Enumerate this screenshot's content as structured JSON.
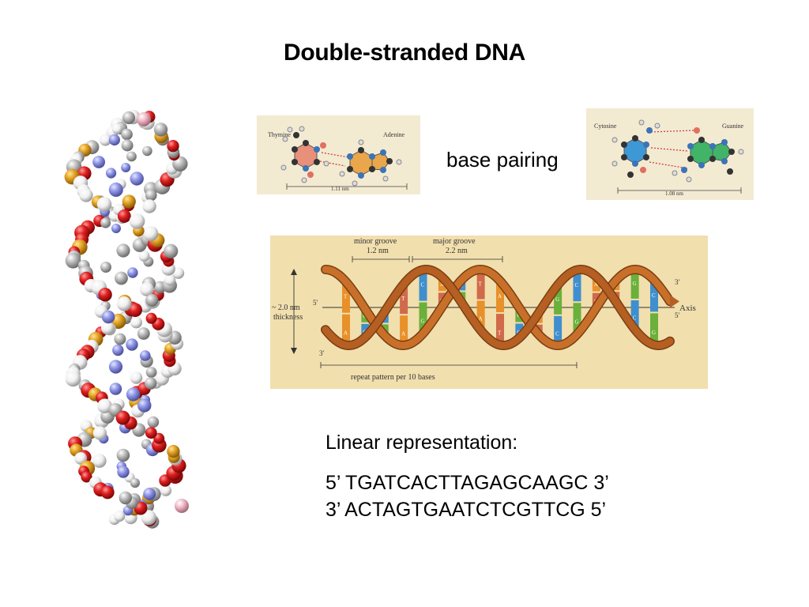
{
  "title": "Double-stranded DNA",
  "base_pairing_label": "base pairing",
  "pair_thymine_adenine": {
    "left_label": "Thymine",
    "right_label": "Adenine",
    "distance": "1.11 nm",
    "colors": {
      "left_ring": "#e8907a",
      "right_ring": "#eaa64a"
    }
  },
  "pair_cytosine_guanine": {
    "left_label": "Cytosine",
    "right_label": "Guanine",
    "distance": "1.08 nm",
    "colors": {
      "left_ring": "#3f98d6",
      "right_ring": "#41b467"
    }
  },
  "helix": {
    "minor_groove_label": "minor groove",
    "minor_groove_value": "1.2 nm",
    "major_groove_label": "major groove",
    "major_groove_value": "2.2 nm",
    "thickness_value": "~ 2.0 nm",
    "thickness_label": "thickness",
    "axis_label": "Axis",
    "repeat_label": "repeat pattern per 10 bases",
    "end_labels": {
      "top_left": "5'",
      "bottom_left": "3'",
      "top_right": "3'",
      "bottom_right": "5'"
    },
    "rungs": [
      {
        "top": "T",
        "bottom": "A",
        "top_color": "#e8902a",
        "bottom_color": "#e8902a"
      },
      {
        "top": "G",
        "bottom": "C",
        "top_color": "#6ab03a",
        "bottom_color": "#3f8fcf"
      },
      {
        "top": "C",
        "bottom": "G",
        "top_color": "#3f8fcf",
        "bottom_color": "#6ab03a"
      },
      {
        "top": "T",
        "bottom": "A",
        "top_color": "#d06a4a",
        "bottom_color": "#e8902a"
      },
      {
        "top": "C",
        "bottom": "G",
        "top_color": "#3f8fcf",
        "bottom_color": "#6ab03a"
      },
      {
        "top": "A",
        "bottom": "T",
        "top_color": "#e8902a",
        "bottom_color": "#d06a4a"
      },
      {
        "top": "C",
        "bottom": "G",
        "top_color": "#3f8fcf",
        "bottom_color": "#6ab03a"
      },
      {
        "top": "T",
        "bottom": "A",
        "top_color": "#d06a4a",
        "bottom_color": "#e8902a"
      },
      {
        "top": "A",
        "bottom": "T",
        "top_color": "#e8902a",
        "bottom_color": "#d06a4a"
      },
      {
        "top": "G",
        "bottom": "C",
        "top_color": "#6ab03a",
        "bottom_color": "#3f8fcf"
      },
      {
        "top": "A",
        "bottom": "T",
        "top_color": "#e8902a",
        "bottom_color": "#d06a4a"
      },
      {
        "top": "G",
        "bottom": "C",
        "top_color": "#6ab03a",
        "bottom_color": "#3f8fcf"
      },
      {
        "top": "C",
        "bottom": "G",
        "top_color": "#3f8fcf",
        "bottom_color": "#6ab03a"
      },
      {
        "top": "A",
        "bottom": "T",
        "top_color": "#e8902a",
        "bottom_color": "#d06a4a"
      },
      {
        "top": "A",
        "bottom": "T",
        "top_color": "#e8902a",
        "bottom_color": "#d06a4a"
      },
      {
        "top": "G",
        "bottom": "C",
        "top_color": "#6ab03a",
        "bottom_color": "#3f8fcf"
      },
      {
        "top": "C",
        "bottom": "G",
        "top_color": "#3f8fcf",
        "bottom_color": "#6ab03a"
      }
    ]
  },
  "linear": {
    "heading": "Linear representation:",
    "strand1": "5’ TGATCACTTAGAGCAAGC 3’",
    "strand2": "3’ ACTAGTGAATCTCGTTCG 5’"
  },
  "atom_colors": {
    "oxygen": "#d81818",
    "phosphorus": "#e0a020",
    "nitrogen": "#8d93e6",
    "carbon": "#b8b8b8",
    "hydrogen": "#f2f2f2",
    "terminal": "#f0b8c6"
  }
}
